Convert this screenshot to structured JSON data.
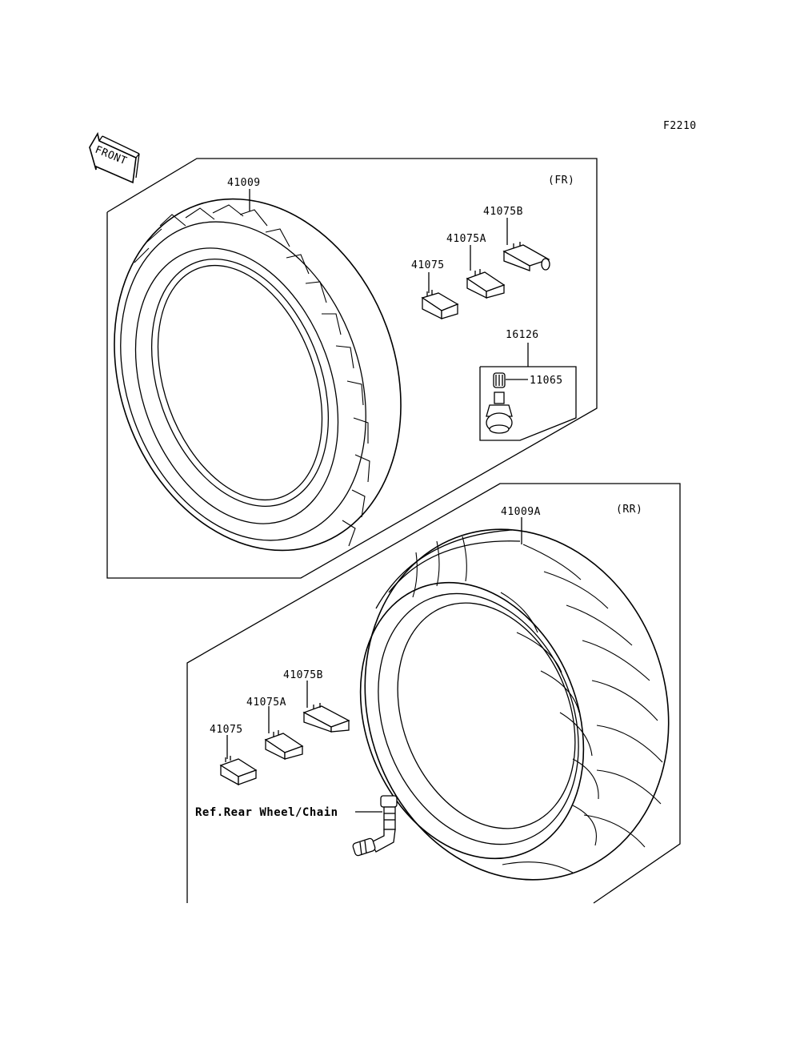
{
  "diagram": {
    "code": "F2210",
    "front_arrow": "FRONT",
    "front_section": {
      "tag": "(FR)",
      "parts": {
        "tire": "41009",
        "weight": "41075",
        "weight_a": "41075A",
        "weight_b": "41075B",
        "valve": "16126",
        "valve_cap": "11065"
      }
    },
    "rear_section": {
      "tag": "(RR)",
      "parts": {
        "tire": "41009A",
        "weight": "41075",
        "weight_a": "41075A",
        "weight_b": "41075B",
        "ref": "Ref.Rear Wheel/Chain"
      }
    },
    "icons": [
      "front-arrow-icon",
      "tire-icon",
      "balance-weight-icon",
      "valve-icon",
      "valve-cap-icon"
    ]
  }
}
